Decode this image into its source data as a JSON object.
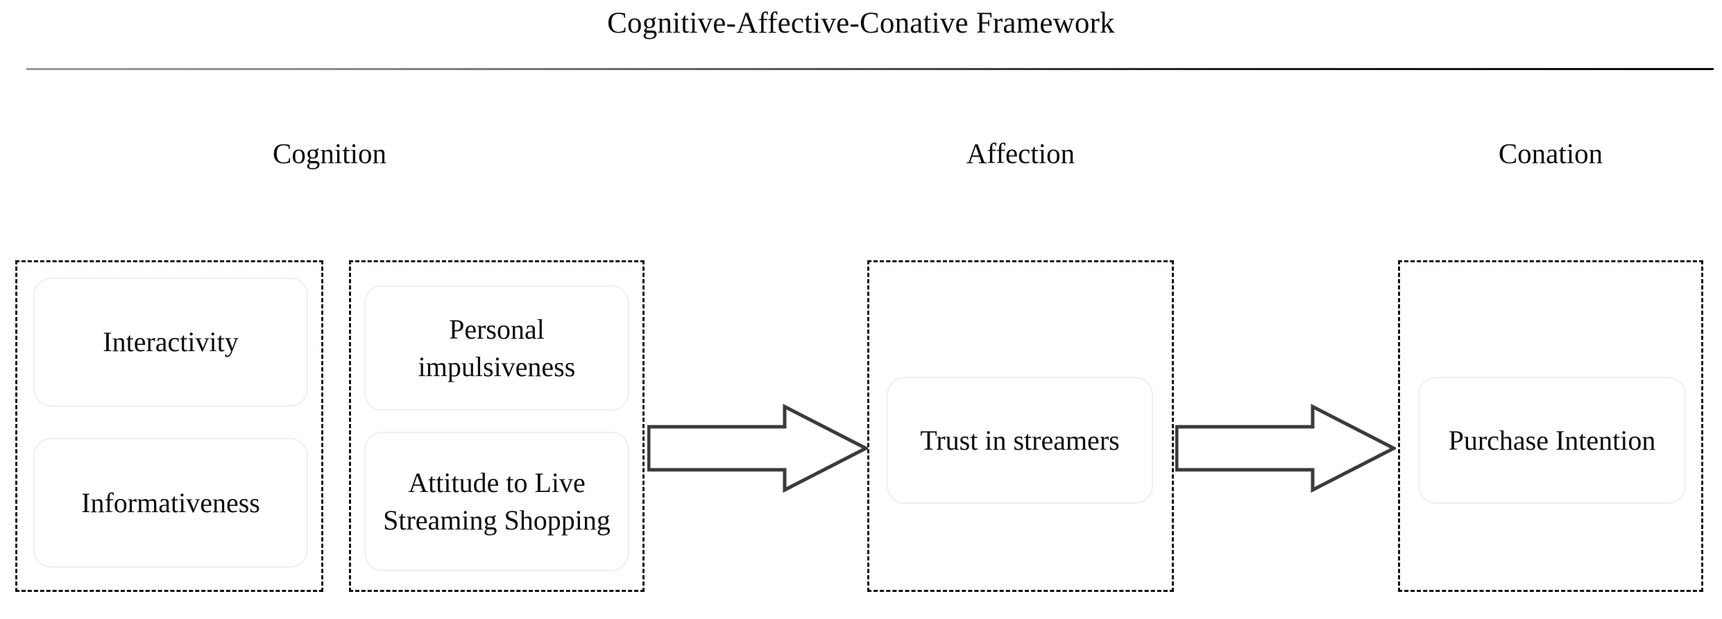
{
  "diagram": {
    "title": "Cognitive-Affective-Conative Framework",
    "rule": "horizontal-rule",
    "stages": [
      {
        "id": "cognition",
        "label": "Cognition"
      },
      {
        "id": "affection",
        "label": "Affection"
      },
      {
        "id": "conation",
        "label": "Conation"
      }
    ],
    "groups": [
      {
        "id": "group-cognition-antecedents",
        "stage": "cognition",
        "nodes": [
          {
            "id": "interactivity",
            "label": "Interactivity"
          },
          {
            "id": "informativeness",
            "label": "Informativeness"
          }
        ]
      },
      {
        "id": "group-cognition-personal",
        "stage": "cognition",
        "nodes": [
          {
            "id": "personal-impulsiveness",
            "label": "Personal impulsiveness"
          },
          {
            "id": "attitude-live-streaming-shopping",
            "label": "Attitude to Live Streaming Shopping"
          }
        ]
      },
      {
        "id": "group-affection",
        "stage": "affection",
        "nodes": [
          {
            "id": "trust-in-streamers",
            "label": "Trust in streamers"
          }
        ]
      },
      {
        "id": "group-conation",
        "stage": "conation",
        "nodes": [
          {
            "id": "purchase-intention",
            "label": "Purchase Intention"
          }
        ]
      }
    ],
    "arrows": [
      {
        "id": "cognition-to-affection",
        "from": "group-cognition-personal",
        "to": "group-affection",
        "direction": "right",
        "style": "hollow-block-arrow"
      },
      {
        "id": "affection-to-conation",
        "from": "group-affection",
        "to": "group-conation",
        "direction": "right",
        "style": "hollow-block-arrow"
      }
    ]
  },
  "colors": {
    "background": "#ffffff",
    "text": "#0d0d0d",
    "group_border": "#111111",
    "node_border": "#efefef",
    "arrow_stroke": "#3b3b3b",
    "rule": "#1c1c1c"
  }
}
